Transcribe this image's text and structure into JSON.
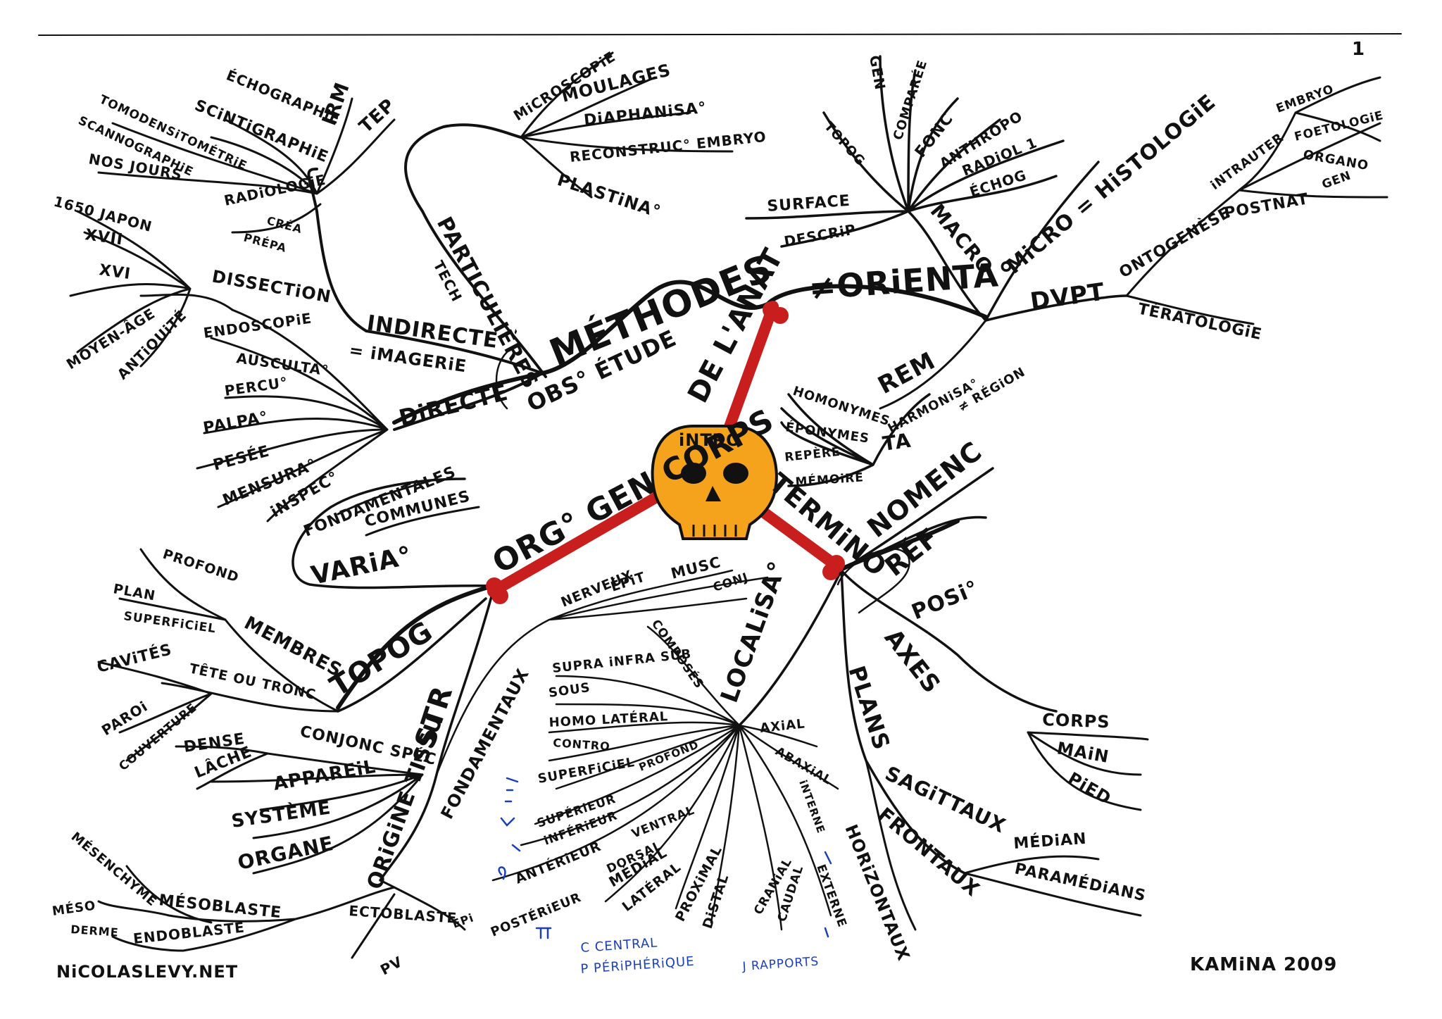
{
  "page_number": "1",
  "footer": {
    "left": "NiCOLASLEVY.NET",
    "right": "KAMiNA 2009"
  },
  "center": {
    "label": "iNTRO",
    "colors": {
      "skull": "#f5a21c",
      "bone": "#c81e1e",
      "ink": "#111111",
      "annotation": "#1a3fb8"
    }
  },
  "branches": {
    "anat": "DE L'ANAT",
    "methodes": {
      "label": "MÉTHODES",
      "obs": "OBS° ÉTUDE",
      "particulieres": {
        "label": "PARTICULIÈRES",
        "tech": "TECH",
        "items": [
          "MiCROSCOPiE",
          "MOULAGES",
          "DiAPHANiSA°",
          "RECONSTRUC° EMBRYO",
          "PLASTiNA°"
        ]
      },
      "indirecte": {
        "label": "INDIRECTE",
        "sub": "= iMAGERiE",
        "radiologie": "RADiOLOGiE",
        "radio_items": [
          "ÉCHOGRAPHiE",
          "SCiNTiGRAPHiE",
          "IRM",
          "TEP",
          "TOMODENSiTOMÉTRiE",
          "SCANNOGRAPHiE",
          "CRÉA",
          "PRÉPA"
        ]
      },
      "directe": {
        "label": "DiRECTE",
        "items": [
          "ENDOSCOPiE",
          "AUSCULTA°",
          "PERCU°",
          "PALPA°",
          "PESÉE",
          "MENSURA°",
          "iNSPEC°"
        ],
        "dissection": "DISSECTiON",
        "history": [
          "NOS JOURS",
          "1650 JAPON",
          "XVII",
          "XVI",
          "MOYEN-ÂGE",
          "ANTiQUiTÉ"
        ]
      }
    },
    "orientation": {
      "label": "≠ORiENTA°",
      "macro": {
        "label": "MACRO",
        "items": [
          "GEN",
          "COMPARÉE",
          "FONC",
          "ANTHROPO",
          "RADiOL 1",
          "ÉCHOG",
          "TOPOG",
          "SURFACE",
          "DESCRiP"
        ]
      },
      "micro": "MiCRO = HiSTOLOGiE",
      "dvpt": {
        "label": "DVPT",
        "ontogenese": "ONTOGENÈSE",
        "intrauter": "iNTRAUTER",
        "intrauter_items": [
          "EMBRYO",
          "FOETOLOGiE",
          "ORGANO",
          "GEN"
        ],
        "postnat": "POSTNAT",
        "teratologie": "TÉRATOLOGiE"
      },
      "rem": "REM"
    },
    "termino": {
      "label": "TERMiNO",
      "ta": {
        "label": "TA",
        "harmonisa": "HARMONiSA°",
        "region": "≠ RÉGiON"
      },
      "eponym_items": [
        "HOMONYMES",
        "ÉPONYMES",
        "REPÈRE",
        "MÉMOiRE"
      ],
      "nomenc": "NOMENC",
      "ref": "RÉF",
      "posi": "POSi°",
      "axes": {
        "label": "AXES",
        "items": [
          "CORPS",
          "MAiN",
          "PiED"
        ]
      },
      "plans": {
        "label": "PLANS",
        "sagittaux": "SAGiTTAUX",
        "sagittal_items": [
          "MÉDiAN",
          "PARAMÉDiANS"
        ],
        "frontaux": "FRONTAUX",
        "horizontaux": "HORiZONTAUX"
      },
      "localisa": {
        "label": "LOCALiSA°",
        "items": [
          "SUPRA iNFRA SUB",
          "SOUS",
          "HOMO LATÉRAL",
          "CONTRO",
          "SUPERFiCiEL",
          "PROFOND",
          "SUPÉRiEUR",
          "iNFÉRiEUR",
          "ANTÉRiEUR",
          "VENTRAL",
          "POSTÉRiEUR",
          "DORSAL",
          "MÉDiAL",
          "LATÉRAL",
          "PROXiMAL",
          "DiSTAL",
          "CRANiAL",
          "CAUDAL",
          "EXTERNE",
          "iNTERNE",
          "ABAXiAL",
          "AXiAL",
          "COMPOSÉS"
        ],
        "notes": [
          "C CENTRAL",
          "P PÉRiPHÉRiQUE",
          "J RAPPORTS"
        ]
      }
    },
    "org": {
      "label": "ORG° GEN CORPS",
      "varia": {
        "label": "VARiA°",
        "items": [
          "FONDAMENTALES",
          "COMMUNES"
        ]
      },
      "topog": {
        "label": "TOPOG",
        "membres": "MEMBRES",
        "membres_items": [
          "PROFOND",
          "PLAN",
          "SUPERFiCiEL"
        ],
        "tete": "TÊTE OU TRONC",
        "tete_items": [
          "CAViTÉS",
          "PAROi",
          "COUVERTURE"
        ]
      },
      "str": {
        "label": "STR",
        "fondamentaux": "FONDAMENTAUX",
        "fond_items": [
          "NERVEUX",
          "ÉPiT",
          "MUSC",
          "CONJ"
        ],
        "tissu": "ORiGiNE TISSU",
        "tissu_items": [
          "CONJONC SPÉC",
          "DENSE",
          "LÂCHE",
          "APPAREiL",
          "SYSTÈME",
          "ORGANE"
        ],
        "mesoblaste": "MÉSOBLASTE",
        "mesenchyme": "MÉSENCHYME",
        "meso": "MÉSO",
        "derme": "DERME",
        "endoblaste": "ENDOBLASTE",
        "ectoblaste": "ECTOBLASTE",
        "epi": "EPi",
        "pv": "PV"
      }
    }
  }
}
